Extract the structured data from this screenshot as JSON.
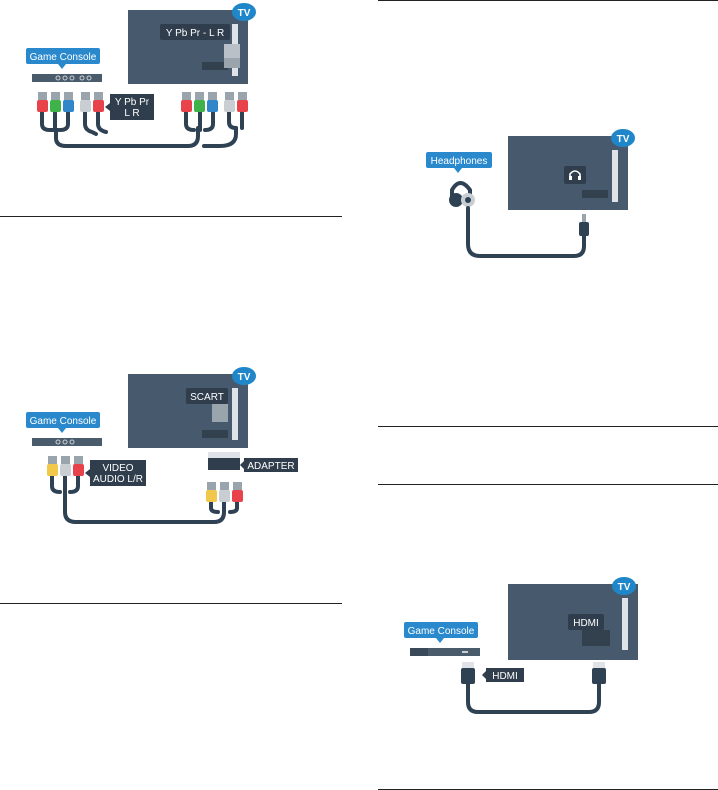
{
  "colors": {
    "tv_panel": "#475a6d",
    "tv_badge": "#1f87c9",
    "callout": "#2a89cc",
    "device_body": "#4a5b6c",
    "device_shadow": "#3a4958",
    "cable": "#2f4254",
    "label_dark": "#2f3d4c",
    "red": "#e8434a",
    "green": "#3fb24a",
    "blue": "#2f86c9",
    "white_plug": "#c9ced3",
    "yellow": "#f2c84b"
  },
  "diagrams": {
    "component": {
      "tv_badge": "TV",
      "device_label": "Game Console",
      "port_label": "Y Pb Pr - L R",
      "cable_label_line1": "Y Pb Pr",
      "cable_label_line2": "L R"
    },
    "scart": {
      "tv_badge": "TV",
      "device_label": "Game Console",
      "port_label": "SCART",
      "cable_label_line1": "VIDEO",
      "cable_label_line2": "AUDIO  L/R",
      "adapter_label": "ADAPTER"
    },
    "headphones": {
      "tv_badge": "TV",
      "device_label": "Headphones",
      "port_icon": "headphone-icon"
    },
    "hdmi": {
      "tv_badge": "TV",
      "device_label": "Game Console",
      "port_label": "HDMI",
      "cable_label": "HDMI"
    }
  }
}
